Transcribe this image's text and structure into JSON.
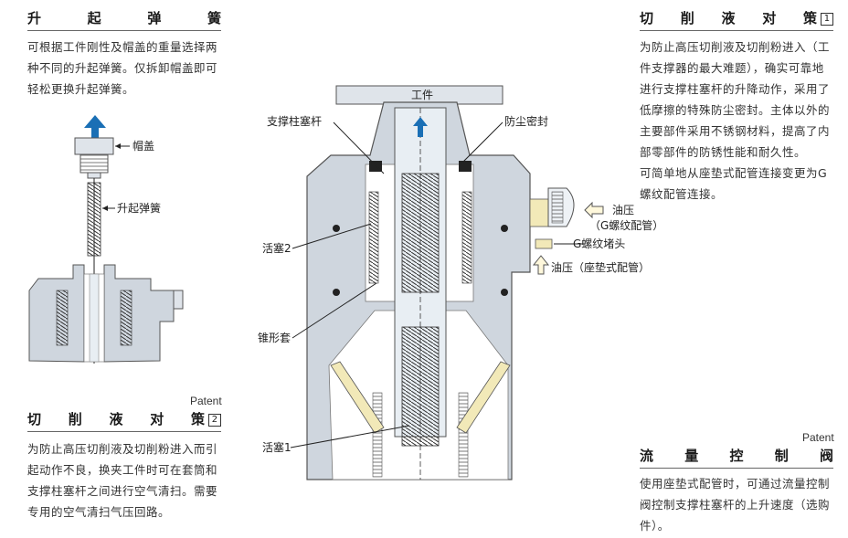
{
  "sections": {
    "spring": {
      "title_chars": [
        "升",
        "起",
        "弹",
        "簧"
      ],
      "lines": [
        "可根据工件刚性及帽盖的重量选择两",
        "种不同的升起弹簧。仅拆卸帽盖即可",
        "轻松更换升起弹簧。"
      ]
    },
    "coolant1": {
      "title_chars": [
        "切",
        "削",
        "液",
        "对",
        "策"
      ],
      "num": "1",
      "lines": [
        "为防止高压切削液及切削粉进入（工",
        "件支撑器的最大难题），确实可靠地",
        "进行支撑柱塞杆的升降动作，采用了",
        "低摩擦的特殊防尘密封。主体以外的",
        "主要部件采用不锈钢材料，提高了内",
        "部零部件的防锈性能和耐久性。",
        "可简单地从座垫式配管连接变更为G",
        "螺纹配管连接。"
      ]
    },
    "coolant2": {
      "patent": "Patent",
      "title_chars": [
        "切",
        "削",
        "液",
        "对",
        "策"
      ],
      "num": "2",
      "lines": [
        "为防止高压切削液及切削粉进入而引",
        "起动作不良，换夹工件时可在套筒和",
        "支撑柱塞杆之间进行空气清扫。需要",
        "专用的空气清扫气压回路。"
      ]
    },
    "flow": {
      "patent": "Patent",
      "title_chars": [
        "流",
        "量",
        "控",
        "制",
        "阀"
      ],
      "lines": [
        "使用座垫式配管时，可通过流量控制",
        "阀控制支撑柱塞杆的上升速度（选购",
        "件）。"
      ]
    }
  },
  "labels": {
    "cap": "帽盖",
    "lift_spring": "升起弹簧",
    "workpiece": "工件",
    "plunger_rod": "支撑柱塞杆",
    "dust_seal": "防尘密封",
    "piston2": "活塞2",
    "cone_sleeve": "锥形套",
    "piston1": "活塞1",
    "oil_pressure_g": "油压",
    "g_thread_pipe": "（G螺纹配管）",
    "g_plug": "G螺纹堵头",
    "oil_pressure_pad": "油压（座垫式配管）"
  },
  "colors": {
    "body": "#cfd6de",
    "cavity": "#ffffff",
    "arrow_blue": "#1a6fb5",
    "hatch": "#e8eef3",
    "seal": "#222222",
    "cone": "#f2e9b8"
  }
}
